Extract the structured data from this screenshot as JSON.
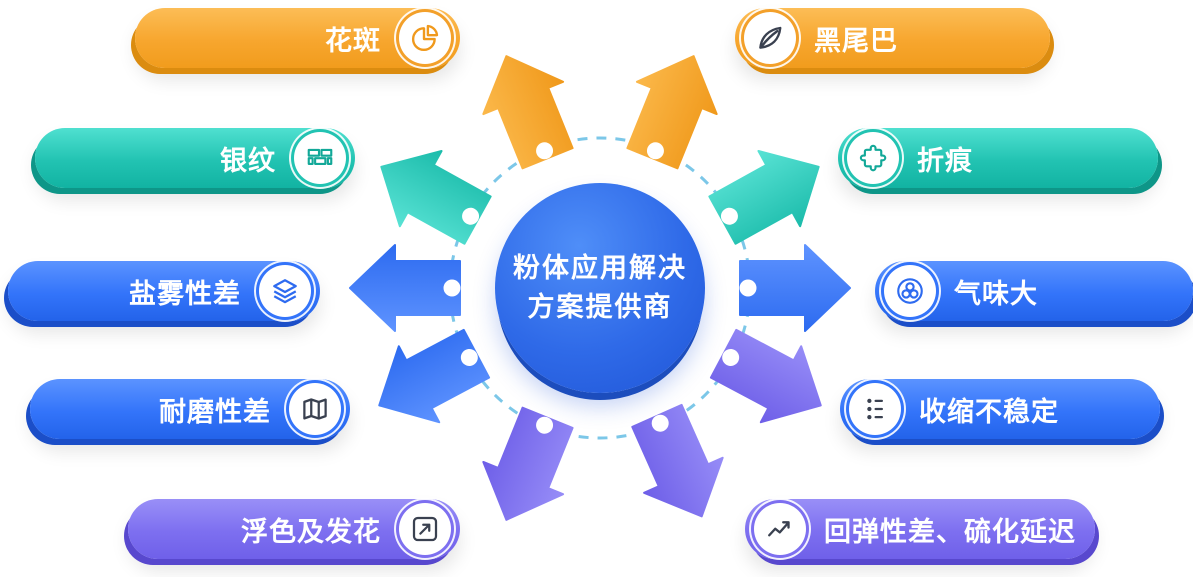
{
  "center": {
    "line1": "粉体应用解决",
    "line2": "方案提供商"
  },
  "pills": [
    {
      "label": "花斑",
      "icon": "pie-chart-icon",
      "color": "#F7A62E"
    },
    {
      "label": "黑尾巴",
      "icon": "leaf-icon",
      "color": "#F7A62E"
    },
    {
      "label": "银纹",
      "icon": "bricks-icon",
      "color": "#22C3B2"
    },
    {
      "label": "折痕",
      "icon": "puzzle-icon",
      "color": "#22C3B2"
    },
    {
      "label": "盐雾性差",
      "icon": "layers-icon",
      "color": "#3374FA"
    },
    {
      "label": "气味大",
      "icon": "bubbles-icon",
      "color": "#3374FA"
    },
    {
      "label": "耐磨性差",
      "icon": "map-icon",
      "color": "#3374FA"
    },
    {
      "label": "收缩不稳定",
      "icon": "dots-list-icon",
      "color": "#3374FA"
    },
    {
      "label": "浮色及发花",
      "icon": "trend-arrow-icon",
      "color": "#7D6FF0"
    },
    {
      "label": "回弹性差、硫化延迟",
      "icon": "line-chart-icon",
      "color": "#7D6FF0"
    }
  ],
  "colors": {
    "orange": "#F7A62E",
    "teal": "#22C3B2",
    "blue": "#3374FA",
    "purple": "#7D6FF0",
    "center_blue": "#2F6AE8",
    "dashed_orbit": "#7CC7E8"
  }
}
